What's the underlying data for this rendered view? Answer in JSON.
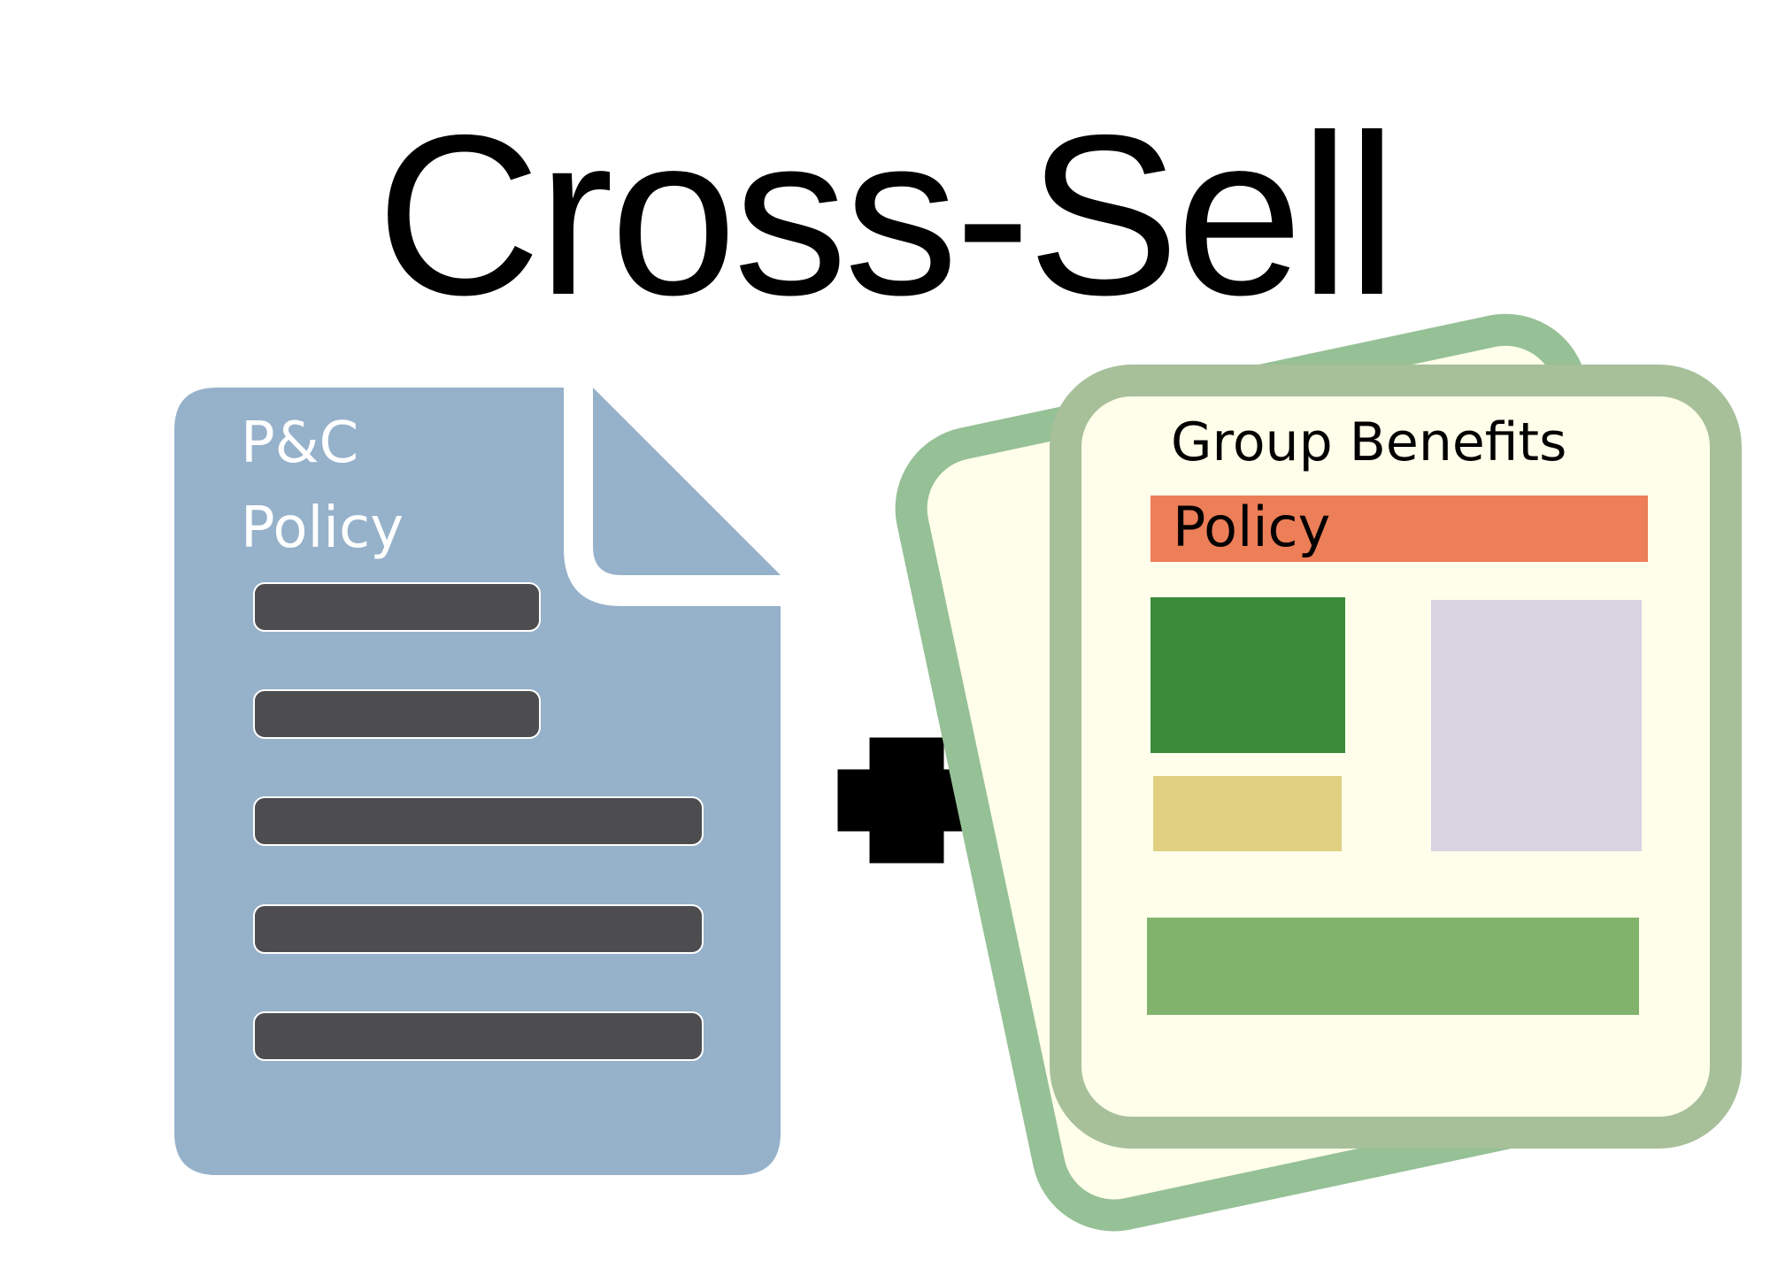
{
  "title": "Cross-Sell",
  "left_document": {
    "label_line1": "P&C",
    "label_line2": "Policy",
    "bar_count": 5
  },
  "plus_symbol": "plus",
  "right_document": {
    "header": "Group Benefits",
    "policy_label": "Policy"
  },
  "colors": {
    "left_doc": "#96b1ca",
    "left_bars": "#4d4c4e",
    "right_back_border": "#96c096",
    "right_front_border": "#a7c09a",
    "right_fill": "#fefeea",
    "policy_band": "#ec7e58",
    "block_green_dark": "#3b8b3b",
    "block_lavender": "#d9d3e2",
    "block_yellow": "#e0cf81",
    "block_green_light": "#82b36d"
  }
}
